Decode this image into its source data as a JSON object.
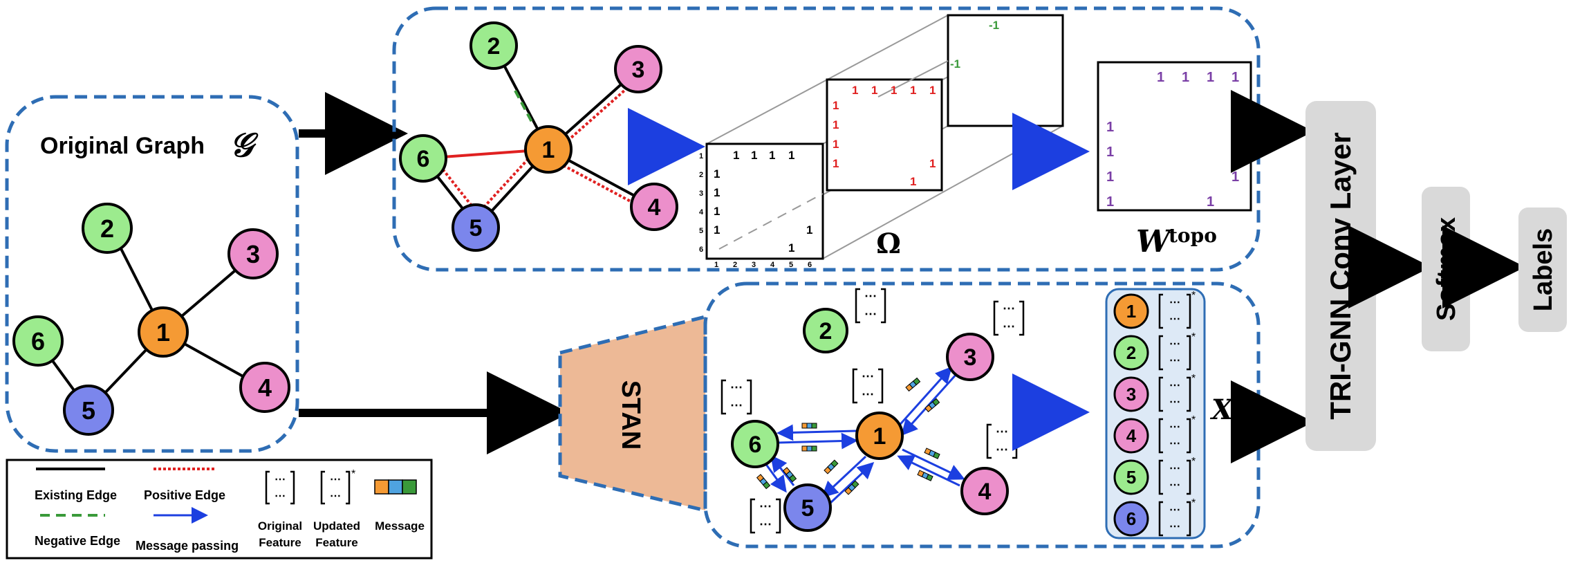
{
  "original_graph": {
    "title": "Original Graph",
    "symbol": "𝒢",
    "nodes": [
      {
        "id": "1",
        "label": "1",
        "color": "#F59A34"
      },
      {
        "id": "2",
        "label": "2",
        "color": "#9CEB8E"
      },
      {
        "id": "3",
        "label": "3",
        "color": "#EC8FCB"
      },
      {
        "id": "4",
        "label": "4",
        "color": "#EC8FCB"
      },
      {
        "id": "5",
        "label": "5",
        "color": "#7B86EC"
      },
      {
        "id": "6",
        "label": "6",
        "color": "#9CEB8E"
      }
    ]
  },
  "topology": {
    "omega_label": "Ω",
    "w_label": "W",
    "w_superscript": "topo",
    "matrix_front": {
      "row_labels": [
        "1",
        "2",
        "3",
        "4",
        "5",
        "6"
      ],
      "col_labels": [
        "1",
        "2",
        "3",
        "4",
        "5",
        "6"
      ],
      "values": "1"
    },
    "matrix_mid_value": "1",
    "matrix_back_value": "-1",
    "w_value": "1"
  },
  "stan": {
    "label": "STAN",
    "feature_placeholder": "⋯",
    "updated_label": "X",
    "updated_superscript": "*",
    "star": "*"
  },
  "pipeline": {
    "conv_layer": "TRI-GNN Conv Layer",
    "softmax": "Softmax",
    "labels": "Labels"
  },
  "legend": {
    "existing_edge": "Existing Edge",
    "positive_edge": "Positive Edge",
    "negative_edge": "Negative Edge",
    "message_passing": "Message passing",
    "original_feature": [
      "Original",
      "Feature"
    ],
    "updated_feature": [
      "Updated",
      "Feature"
    ],
    "message": "Message"
  },
  "colors": {
    "box_border": "#2E6DB4",
    "arrow_blue": "#1C3FE0",
    "red_text": "#E02020",
    "green_text": "#3A9A3A",
    "purple_text": "#7A3FA6",
    "stan_fill": "#EDB996",
    "gray_box": "#D9D9D9",
    "node_list_fill": "#DDE9F6"
  }
}
